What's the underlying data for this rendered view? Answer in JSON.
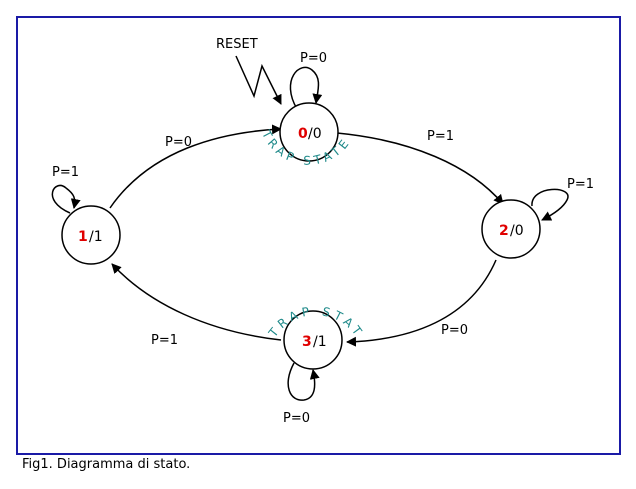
{
  "figure": {
    "caption": "Fig1. Diagramma di stato.",
    "colors": {
      "frame": "#1a1aa6",
      "state_number": "#e00000",
      "trap_label": "#1f8a8a",
      "edges": "#000000"
    }
  },
  "reset_label": "RESET",
  "states": [
    {
      "id": "0",
      "number": "0",
      "output": "/0",
      "trap_label": "TRAP STATE"
    },
    {
      "id": "1",
      "number": "1",
      "output": "/1"
    },
    {
      "id": "2",
      "number": "2",
      "output": "/0"
    },
    {
      "id": "3",
      "number": "3",
      "output": "/1",
      "trap_label": "TRAP STATE"
    }
  ],
  "transitions": [
    {
      "from": "0",
      "to": "0",
      "label": "P=0"
    },
    {
      "from": "0",
      "to": "2",
      "label": "P=1"
    },
    {
      "from": "1",
      "to": "0",
      "label": "P=0"
    },
    {
      "from": "1",
      "to": "1",
      "label": "P=1"
    },
    {
      "from": "2",
      "to": "2",
      "label": "P=1"
    },
    {
      "from": "2",
      "to": "3",
      "label": "P=0"
    },
    {
      "from": "3",
      "to": "1",
      "label": "P=1"
    },
    {
      "from": "3",
      "to": "3",
      "label": "P=0"
    }
  ]
}
